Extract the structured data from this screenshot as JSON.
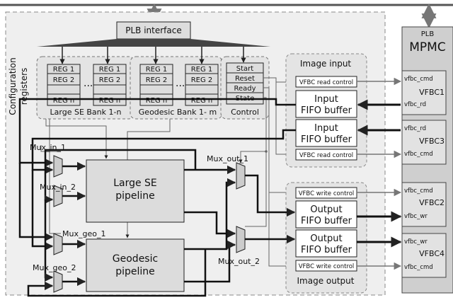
{
  "plb": {
    "bus_label": "PLB interface",
    "mpmc_top": "PLB",
    "mpmc_title": "MPMC"
  },
  "config": {
    "side_label_1": "Configuration",
    "side_label_2": "registers"
  },
  "banks": {
    "large_se": {
      "caption": "Large SE Bank 1-n",
      "regs": [
        "REG 1",
        "REG 2",
        "REG n"
      ],
      "dots": "..."
    },
    "geodesic": {
      "caption": "Geodesic Bank 1- m",
      "regs": [
        "REG 1",
        "REG 2",
        "REG n"
      ],
      "dots": "..."
    }
  },
  "control": {
    "caption": "Control",
    "items": [
      "Start",
      "Reset",
      "Ready",
      "State"
    ]
  },
  "image_input": {
    "title": "Image input",
    "read_ctrl_1": "VFBC read control",
    "read_ctrl_2": "VFBC read control",
    "fifo_1": [
      "Input",
      "FIFO buffer"
    ],
    "fifo_2": [
      "Input",
      "FIFO buffer"
    ]
  },
  "image_output": {
    "title": "Image output",
    "write_ctrl_1": "VFBC write control",
    "write_ctrl_2": "VFBC write control",
    "fifo_1": [
      "Output",
      "FIFO buffer"
    ],
    "fifo_2": [
      "Output",
      "FIFO buffer"
    ]
  },
  "vfbc": [
    {
      "name": "VFBC1",
      "port_top": "vfbc_cmd",
      "port_bottom": "vfbc_rd"
    },
    {
      "name": "VFBC3",
      "port_top": "vfbc_rd",
      "port_bottom": "vfbc_cmd"
    },
    {
      "name": "VFBC2",
      "port_top": "vfbc_cmd",
      "port_bottom": "vfbc_wr"
    },
    {
      "name": "VFBC4",
      "port_top": "vfbc_wr",
      "port_bottom": "vfbc_cmd"
    }
  ],
  "pipelines": {
    "large_se": [
      "Large SE",
      "pipeline"
    ],
    "geodesic": [
      "Geodesic",
      "pipeline"
    ]
  },
  "mux": {
    "in_1": "Mux_in_1",
    "in_2": "Mux_in_2",
    "geo_1": "Mux_geo_1",
    "geo_2": "Mux_geo_2",
    "out_1": "Mux_out_1",
    "out_2": "Mux_out_2"
  }
}
